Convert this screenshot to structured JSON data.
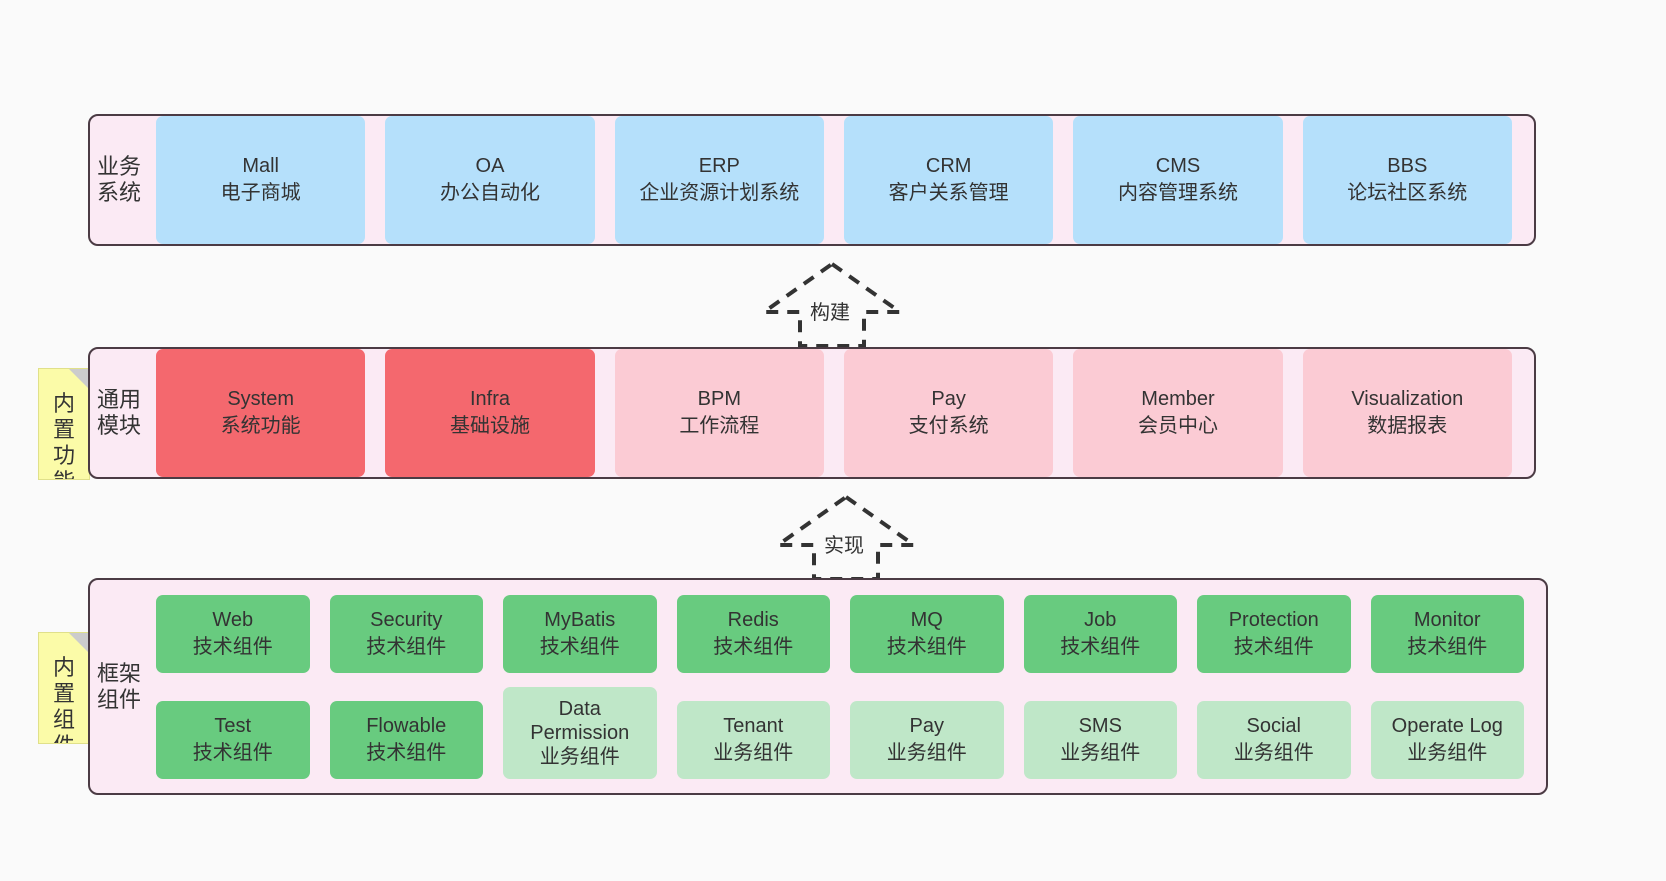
{
  "diagram": {
    "background": "#fafafa",
    "panel_bg": "#fbeaf4",
    "panel_border": "#4b3b44",
    "colors": {
      "business": "#b5e0fb",
      "module_core": "#f4686e",
      "module_extra": "#fbcbd4",
      "tech_component": "#68cb7f",
      "biz_component": "#bfe7c8",
      "note": "#fbfba8",
      "note_fold": "#cccccc"
    }
  },
  "layers": {
    "business": {
      "title": "业务系统",
      "items": [
        {
          "en": "Mall",
          "cn": "电子商城"
        },
        {
          "en": "OA",
          "cn": "办公自动化"
        },
        {
          "en": "ERP",
          "cn": "企业资源计划系统"
        },
        {
          "en": "CRM",
          "cn": "客户关系管理"
        },
        {
          "en": "CMS",
          "cn": "内容管理系统"
        },
        {
          "en": "BBS",
          "cn": "论坛社区系统"
        }
      ]
    },
    "module": {
      "title": "通用模块",
      "note": "内置功能",
      "items": [
        {
          "en": "System",
          "cn": "系统功能",
          "kind": "core"
        },
        {
          "en": "Infra",
          "cn": "基础设施",
          "kind": "core"
        },
        {
          "en": "BPM",
          "cn": "工作流程",
          "kind": "extra"
        },
        {
          "en": "Pay",
          "cn": "支付系统",
          "kind": "extra"
        },
        {
          "en": "Member",
          "cn": "会员中心",
          "kind": "extra"
        },
        {
          "en": "Visualization",
          "cn": "数据报表",
          "kind": "extra"
        }
      ]
    },
    "framework": {
      "title": "框架组件",
      "note": "内置组件",
      "row1": [
        {
          "en": "Web",
          "cn": "技术组件",
          "kind": "tech"
        },
        {
          "en": "Security",
          "cn": "技术组件",
          "kind": "tech"
        },
        {
          "en": "MyBatis",
          "cn": "技术组件",
          "kind": "tech"
        },
        {
          "en": "Redis",
          "cn": "技术组件",
          "kind": "tech"
        },
        {
          "en": "MQ",
          "cn": "技术组件",
          "kind": "tech"
        },
        {
          "en": "Job",
          "cn": "技术组件",
          "kind": "tech"
        },
        {
          "en": "Protection",
          "cn": "技术组件",
          "kind": "tech"
        },
        {
          "en": "Monitor",
          "cn": "技术组件",
          "kind": "tech"
        }
      ],
      "row2": [
        {
          "en": "Test",
          "cn": "技术组件",
          "kind": "tech"
        },
        {
          "en": "Flowable",
          "cn": "技术组件",
          "kind": "tech"
        },
        {
          "en": "Data Permission",
          "cn": "业务组件",
          "kind": "biz",
          "wrap": true
        },
        {
          "en": "Tenant",
          "cn": "业务组件",
          "kind": "biz"
        },
        {
          "en": "Pay",
          "cn": "业务组件",
          "kind": "biz"
        },
        {
          "en": "SMS",
          "cn": "业务组件",
          "kind": "biz"
        },
        {
          "en": "Social",
          "cn": "业务组件",
          "kind": "biz"
        },
        {
          "en": "Operate Log",
          "cn": "业务组件",
          "kind": "biz"
        }
      ]
    }
  },
  "connectors": [
    {
      "label": "构建"
    },
    {
      "label": "实现"
    }
  ]
}
